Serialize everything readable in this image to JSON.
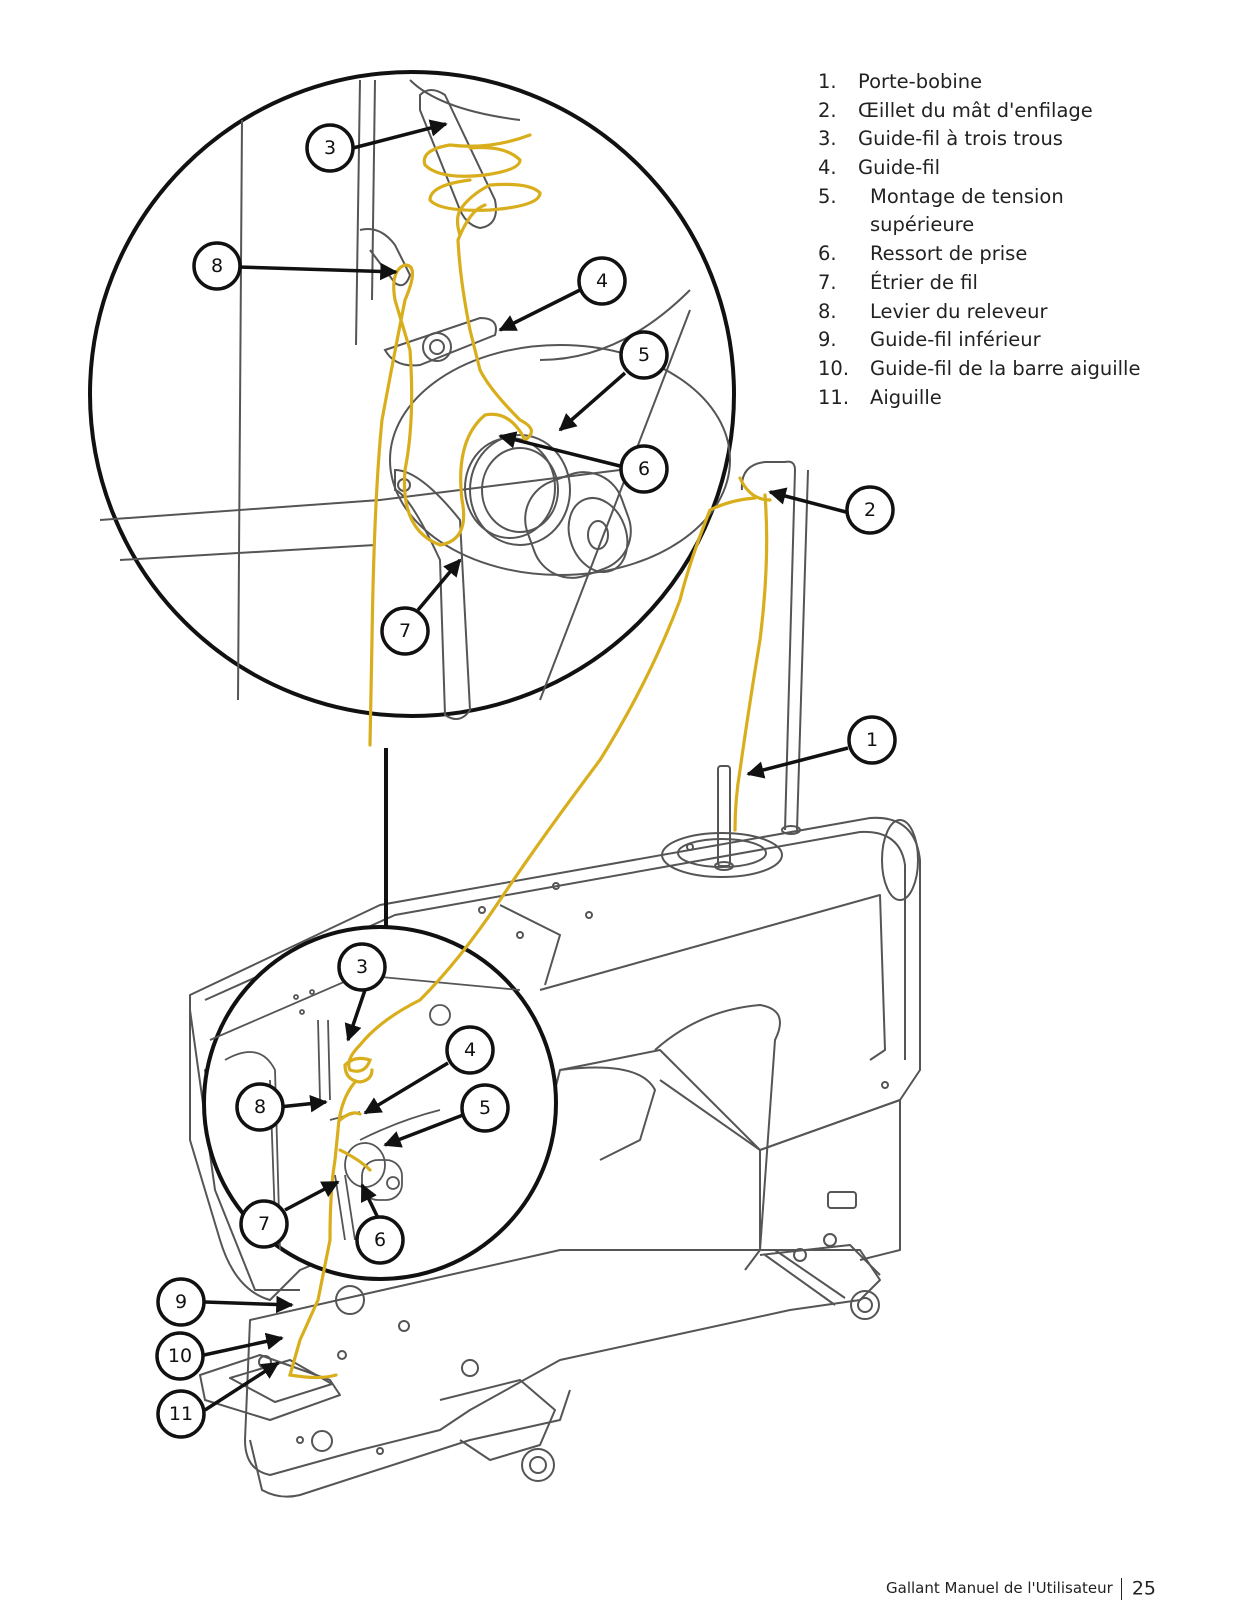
{
  "legend": [
    {
      "num": "1.",
      "label": "Porte-bobine"
    },
    {
      "num": "2.",
      "label": "Œillet du mât d'enfilage"
    },
    {
      "num": "3.",
      "label": "Guide-fil à trois trous"
    },
    {
      "num": "4.",
      "label": "Guide-fil"
    },
    {
      "num": "5.",
      "label": "Montage de tension supérieure"
    },
    {
      "num": "6.",
      "label": "Ressort de prise"
    },
    {
      "num": "7.",
      "label": "Étrier de fil"
    },
    {
      "num": "8.",
      "label": "Levier du releveur"
    },
    {
      "num": "9.",
      "label": "Guide-fil inférieur"
    },
    {
      "num": "10.",
      "label": "Guide-fil de la barre aiguille"
    },
    {
      "num": "11.",
      "label": "Aiguille"
    }
  ],
  "callouts": {
    "c1": "1",
    "c2": "2",
    "z3": "3",
    "z4": "4",
    "z5": "5",
    "z6": "6",
    "z7": "7",
    "z8": "8",
    "s3": "3",
    "s4": "4",
    "s5": "5",
    "s6": "6",
    "s7": "7",
    "s8": "8",
    "c9": "9",
    "c10": "10",
    "c11": "11"
  },
  "footer": {
    "title": "Gallant Manuel de l'Utilisateur",
    "page": "25"
  },
  "colors": {
    "thread": "#d9ae1d",
    "line": "#111111",
    "machine": "#555555"
  }
}
